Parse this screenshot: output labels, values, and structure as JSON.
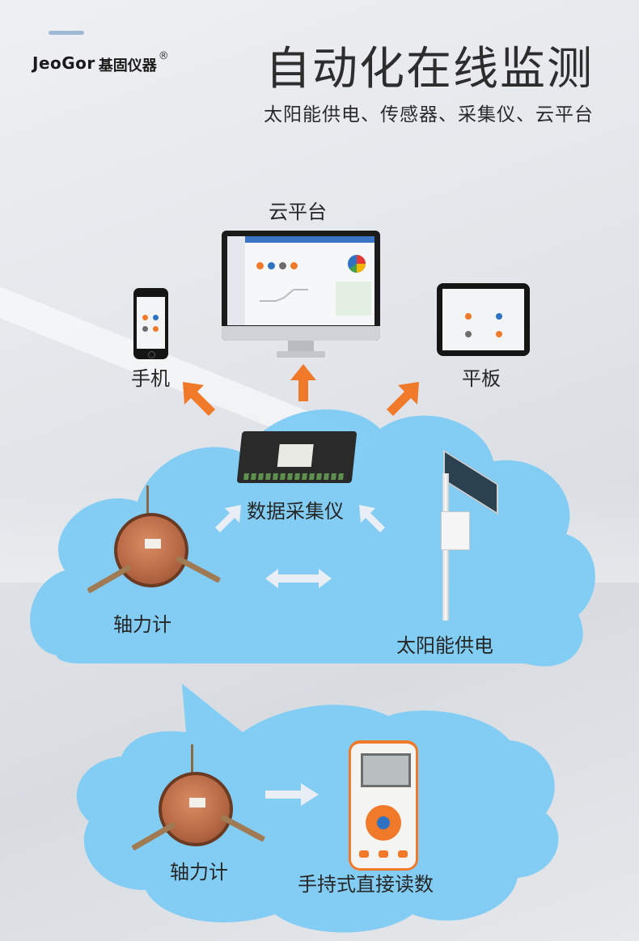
{
  "header": {
    "brand": "JeoGor",
    "brand_cn": "基固仪器",
    "registered": "®",
    "title": "自动化在线监测",
    "subtitle": "太阳能供电、传感器、采集仪、云平台"
  },
  "devices": {
    "cloud_platform": "云平台",
    "phone": "手机",
    "tablet": "平板",
    "data_logger": "数据采集仪",
    "axial_meter": "轴力计",
    "solar_power": "太阳能供电",
    "handheld_meter": "轴力计",
    "handheld_read": "手持式直接读数"
  },
  "colors": {
    "cloud": "#7dcbf4",
    "arrow_orange": "#f07a2a",
    "arrow_white": "#e8eef3"
  },
  "icons": [
    "arrow-up-icon",
    "double-arrow-icon",
    "arrow-right-icon",
    "pie-chart-icon"
  ]
}
